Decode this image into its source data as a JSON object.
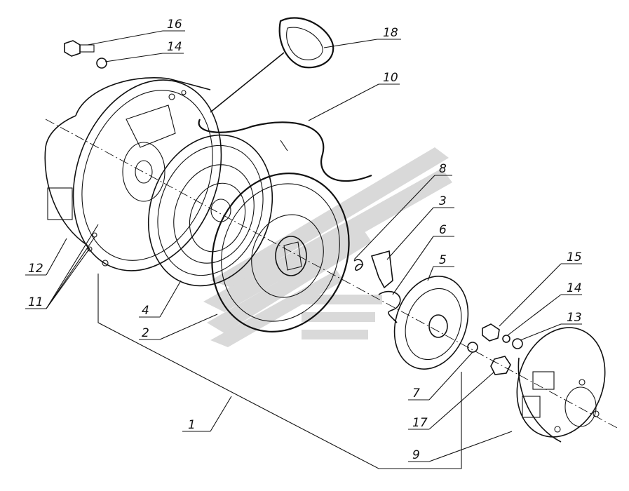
{
  "diagram": {
    "callouts": [
      "16",
      "14",
      "18",
      "10",
      "8",
      "3",
      "6",
      "5",
      "15",
      "14",
      "13",
      "12",
      "11",
      "4",
      "2",
      "1",
      "7",
      "17",
      "9"
    ]
  }
}
